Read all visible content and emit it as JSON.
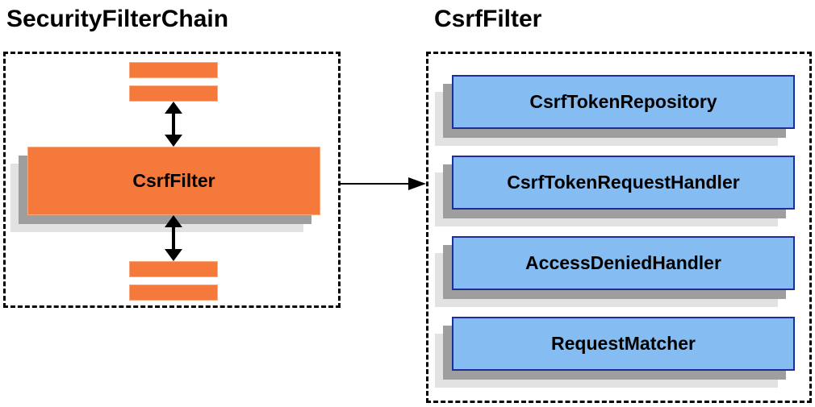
{
  "left_panel": {
    "title": "SecurityFilterChain",
    "filter_label": "CsrfFilter"
  },
  "right_panel": {
    "title": "CsrfFilter",
    "components": [
      {
        "label": "CsrfTokenRepository"
      },
      {
        "label": "CsrfTokenRequestHandler"
      },
      {
        "label": "AccessDeniedHandler"
      },
      {
        "label": "RequestMatcher"
      }
    ]
  },
  "colors": {
    "filter_orange": "#F4793B",
    "component_blue_fill": "#85BDF2",
    "component_blue_border": "#1C2DA0",
    "shadow_mid": "#9E9E9E",
    "shadow_light": "#E2E2E2",
    "text": "#000000",
    "background": "#FFFFFF"
  }
}
